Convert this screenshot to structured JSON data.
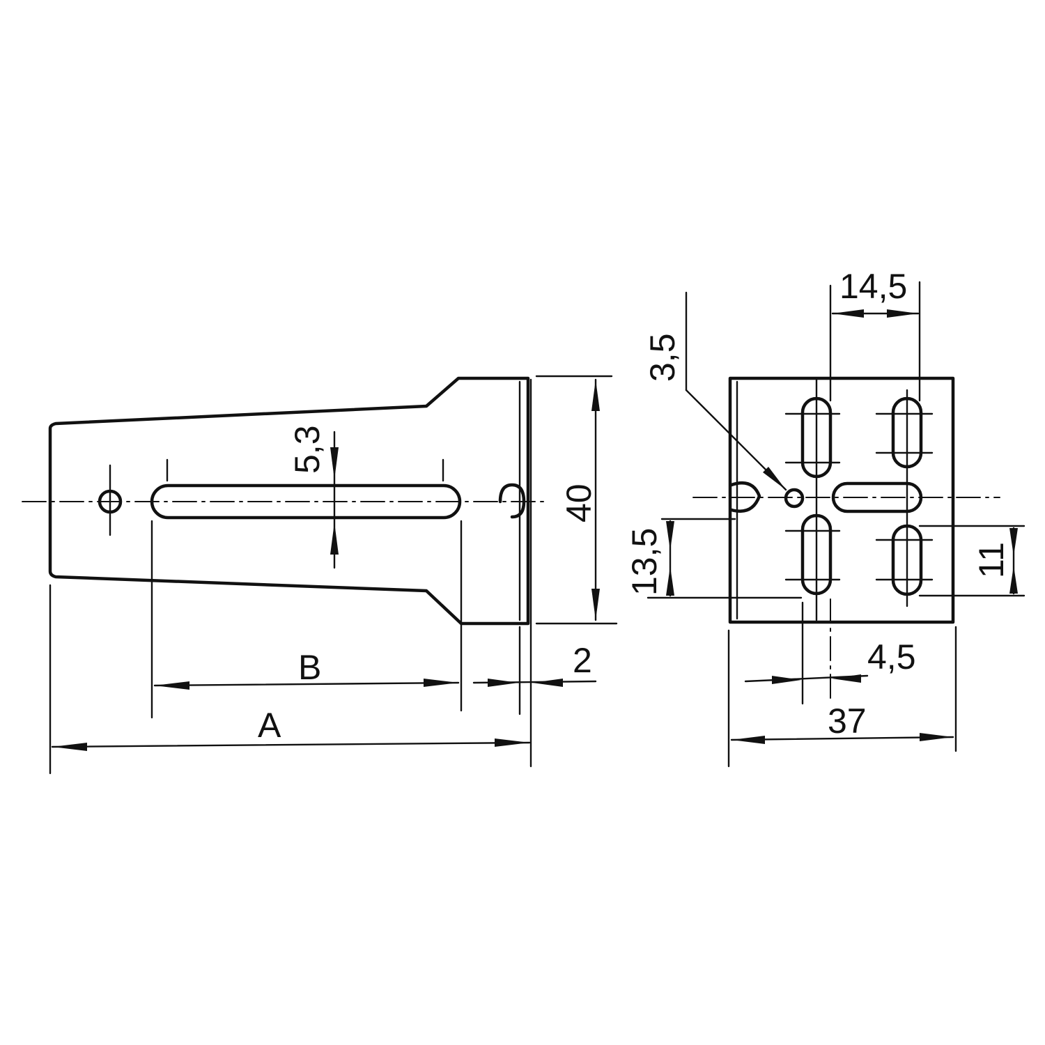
{
  "colors": {
    "ink": "#111111",
    "background": "#ffffff"
  },
  "side_view": {
    "dimensions": {
      "a": "A",
      "b": "B",
      "thickness": "2",
      "height": "40",
      "slot_width": "5,3"
    }
  },
  "front_view": {
    "dimensions": {
      "hole": "3,5",
      "pitch_top": "14,5",
      "offset_left": "13,5",
      "pitch_right": "11",
      "offset_bottom": "4,5",
      "width": "37"
    }
  }
}
